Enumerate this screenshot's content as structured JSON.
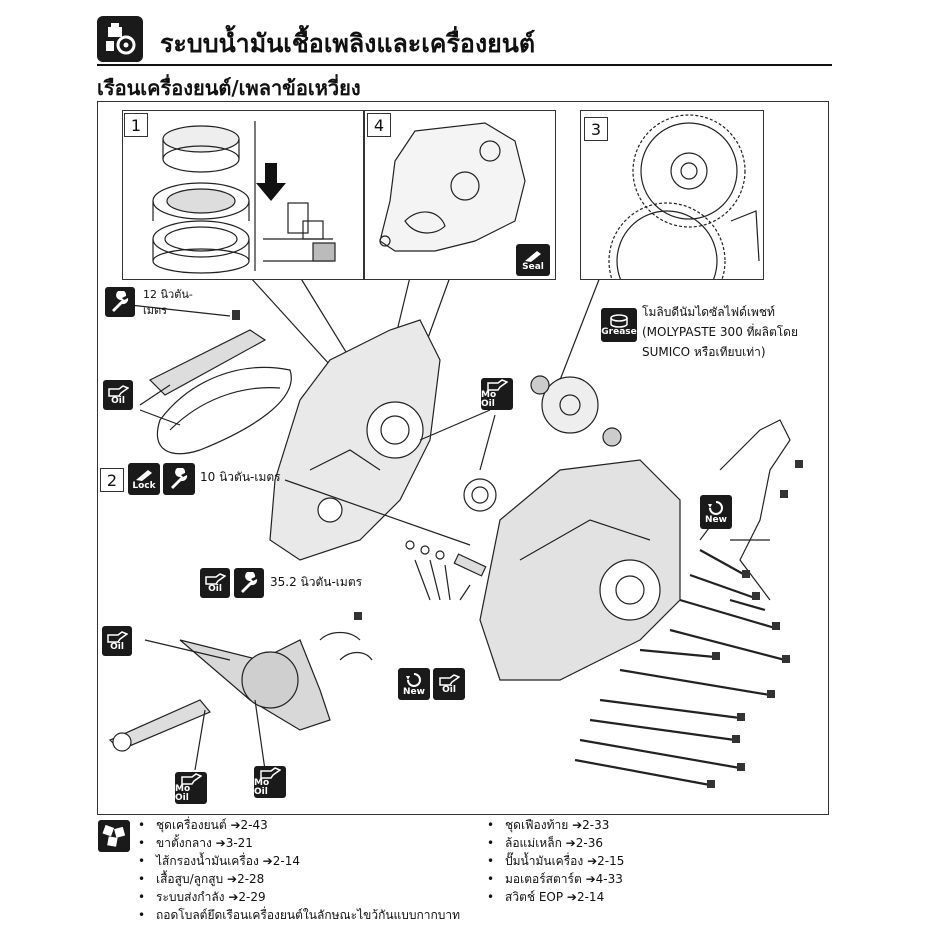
{
  "header": {
    "title": "ระบบน้ำมันเชื้อเพลิงและเครื่องยนต์",
    "subtitle": "เรือนเครื่องยนต์/เพลาข้อเหวี่ยง"
  },
  "panels": [
    {
      "number": "1"
    },
    {
      "number": "4",
      "icon_label": "Seal"
    },
    {
      "number": "3"
    }
  ],
  "callouts": {
    "torque_12": "12 นิวตัน-\nเมตร",
    "torque_12_line1": "12 นิวตัน-",
    "torque_12_line2": "เมตร",
    "item2_number": "2",
    "lock_label": "Lock",
    "torque_10": "10 นิวตัน-เมตร",
    "torque_35": "35.2 นิวตัน-เมตร",
    "grease_label": "Grease",
    "grease_text_line1": "โมลิบดีนัมไดซัลไฟด์เพชท์",
    "grease_text_line2": "(MOLYPASTE 300 ที่ผลิตโดย",
    "grease_text_line3": "SUMICO หรือเทียบเท่า)",
    "oil_label": "Oil",
    "mo_oil_label": "Mo Oil",
    "new_label": "New"
  },
  "references_left": [
    {
      "text": "ชุดเครื่องยนต์",
      "page": "2-43"
    },
    {
      "text": "ขาตั้งกลาง",
      "page": "3-21"
    },
    {
      "text": "ไส้กรองน้ำมันเครื่อง",
      "page": "2-14"
    },
    {
      "text": "เสื้อสูบ/ลูกสูบ",
      "page": "2-28"
    },
    {
      "text": "ระบบส่งกำลัง",
      "page": "2-29"
    },
    {
      "text": "ถอดโบลต์ยึดเรือนเครื่องยนต์ในลักษณะไขว้กันแบบกากบาท",
      "page": ""
    }
  ],
  "references_right": [
    {
      "text": "ชุดเฟืองท้าย",
      "page": "2-33"
    },
    {
      "text": "ล้อแม่เหล็ก",
      "page": "2-36"
    },
    {
      "text": "ปั๊มน้ำมันเครื่อง",
      "page": "2-15"
    },
    {
      "text": "มอเตอร์สตาร์ต",
      "page": "4-33"
    },
    {
      "text": "สวิตช์ EOP",
      "page": "2-14"
    }
  ],
  "icons": {
    "header_icon": "engine-tools-icon",
    "wrench": "wrench-icon",
    "oil": "oil-can-icon",
    "mo_oil": "mo-oil-can-icon",
    "lock": "lock-agent-icon",
    "new": "replace-new-icon",
    "grease": "grease-icon",
    "seal": "sealant-icon",
    "references": "puzzle-pieces-icon",
    "arrow_glyph": "➔"
  },
  "colors": {
    "ink": "#111111",
    "icon_bg": "#1a1a1a",
    "line": "#333333"
  }
}
